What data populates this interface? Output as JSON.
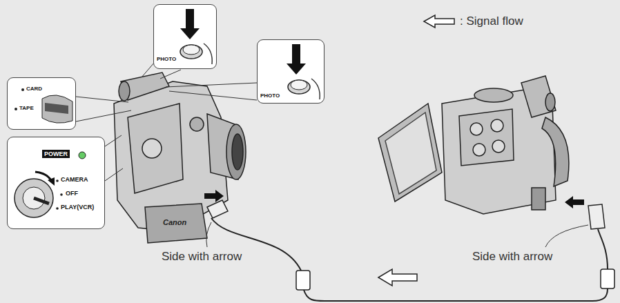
{
  "diagram": {
    "nodes": [
      {
        "text": [
          "PHOTO"
        ]
      },
      {
        "text": [
          "PHOTO"
        ]
      },
      {
        "text": [
          "CARD",
          "TAPE"
        ]
      },
      {
        "text": [
          "POWER",
          "CAMERA",
          "OFF",
          "PLAY(VCR)"
        ]
      }
    ],
    "labels": [
      "Canon",
      "Side with arrow",
      "Side with arrow"
    ],
    "legend": [
      {
        "text": ": Signal flow"
      }
    ]
  }
}
